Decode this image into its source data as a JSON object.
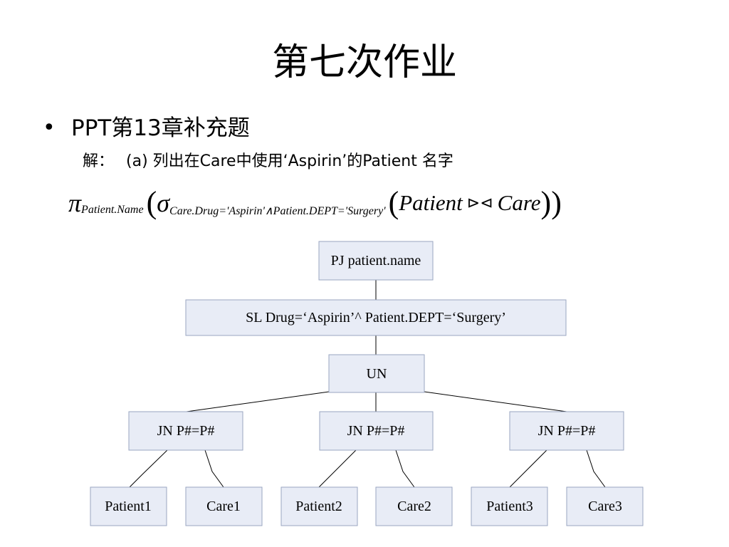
{
  "slide": {
    "title": "第七次作业",
    "bullet": "PPT第13章补充题",
    "bullet_marker": "•",
    "solution_prefix": "解：",
    "solution_text": "(a) 列出在Care中使用‘Aspirin’的Patient 名字"
  },
  "formula": {
    "projection_symbol": "π",
    "projection_subscript": "Patient.Name",
    "selection_symbol": "σ",
    "selection_subscript": "Care.Drug='Aspirin'∧Patient.DEPT='Surgery'",
    "left_operand": "Patient",
    "join_symbol": "⊳⊲",
    "right_operand": "Care",
    "open_paren": "(",
    "close_paren": ")"
  },
  "tree": {
    "nodes": {
      "project": "PJ patient.name",
      "select": "SL Drug=‘Aspirin’^  Patient.DEPT=‘Surgery’",
      "union": "UN",
      "join1": "JN P#=P#",
      "join2": "JN P#=P#",
      "join3": "JN P#=P#",
      "patient1": "Patient1",
      "care1": "Care1",
      "patient2": "Patient2",
      "care2": "Care2",
      "patient3": "Patient3",
      "care3": "Care3"
    },
    "colors": {
      "box_fill": "#e8ecf6",
      "box_stroke": "#9aa6c0",
      "edge": "#000000"
    }
  }
}
